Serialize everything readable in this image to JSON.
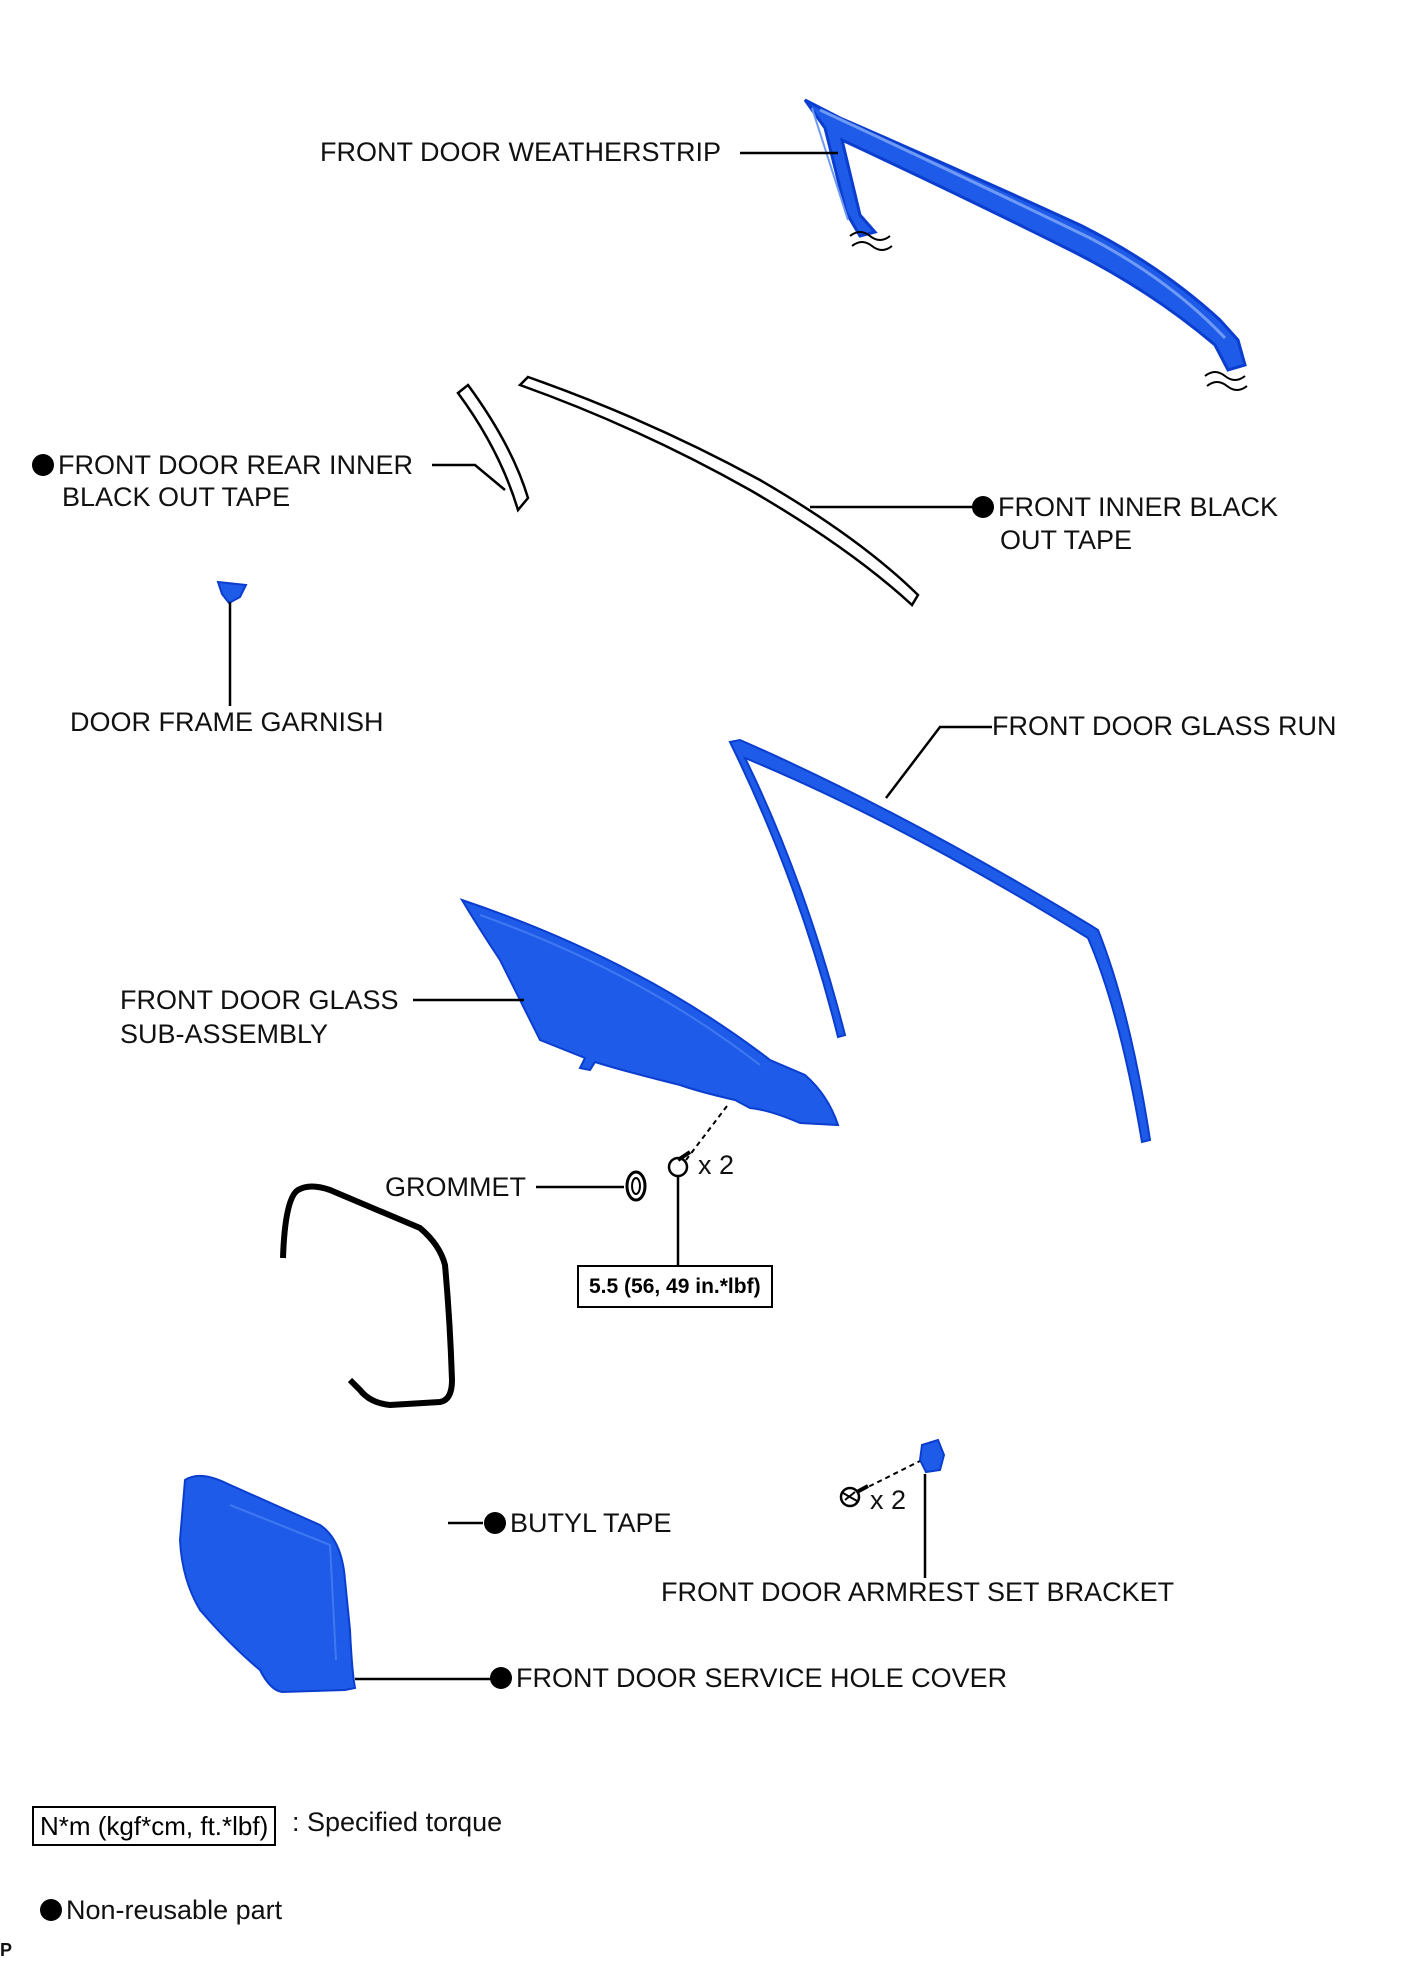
{
  "colors": {
    "part_fill": "#1e5be8",
    "part_stroke": "#0b3ecf",
    "line": "#000000"
  },
  "labels": {
    "weatherstrip": "FRONT DOOR WEATHERSTRIP",
    "rear_inner_tape_line1": "FRONT DOOR REAR INNER",
    "rear_inner_tape_line2": "BLACK OUT TAPE",
    "inner_tape_line1": "FRONT INNER BLACK",
    "inner_tape_line2": "OUT TAPE",
    "garnish": "DOOR FRAME GARNISH",
    "glass_run": "FRONT DOOR GLASS RUN",
    "glass_line1": "FRONT DOOR GLASS",
    "glass_line2": "SUB-ASSEMBLY",
    "grommet": "GROMMET",
    "bolt_qty": "x 2",
    "butyl_tape": "BUTYL TAPE",
    "armrest_bracket": "FRONT DOOR ARMREST SET BRACKET",
    "screw_qty": "x 2",
    "service_hole_cover": "FRONT DOOR SERVICE HOLE COVER"
  },
  "torque": {
    "glass_bolt": "5.5 (56, 49 in.*lbf)"
  },
  "legend": {
    "torque_box": "N*m (kgf*cm, ft.*lbf)",
    "torque_text": ": Specified torque",
    "nonreusable_text": "Non-reusable part"
  },
  "corner_mark": "P"
}
